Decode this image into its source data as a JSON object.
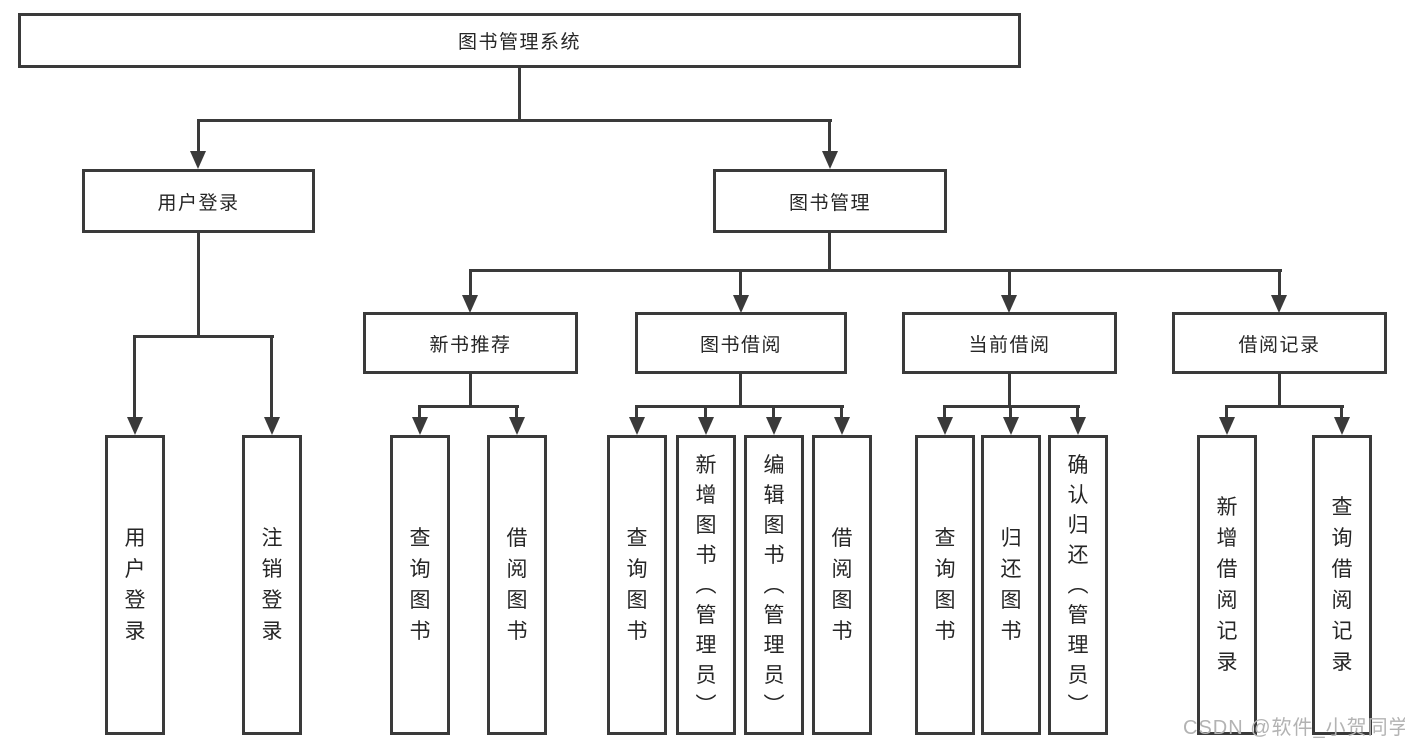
{
  "diagram": {
    "title": "图书管理系统",
    "branches": [
      {
        "label": "用户登录",
        "leaves": [
          "用户登录",
          "注销登录"
        ]
      },
      {
        "label": "图书管理",
        "sections": [
          {
            "label": "新书推荐",
            "leaves": [
              "查询图书",
              "借阅图书"
            ]
          },
          {
            "label": "图书借阅",
            "leaves": [
              "查询图书",
              "新增图书（管理员）",
              "编辑图书（管理员）",
              "借阅图书"
            ]
          },
          {
            "label": "当前借阅",
            "leaves": [
              "查询图书",
              "归还图书",
              "确认归还（管理员）"
            ]
          },
          {
            "label": "借阅记录",
            "leaves": [
              "新增借阅记录",
              "查询借阅记录"
            ]
          }
        ]
      }
    ],
    "colors": {
      "line": "#3a3a3a",
      "box_background": "#ffffff",
      "text": "#262626",
      "watermark": "#b3b3b3"
    }
  },
  "watermark": {
    "text": "CSDN @软件_小贺同学"
  }
}
